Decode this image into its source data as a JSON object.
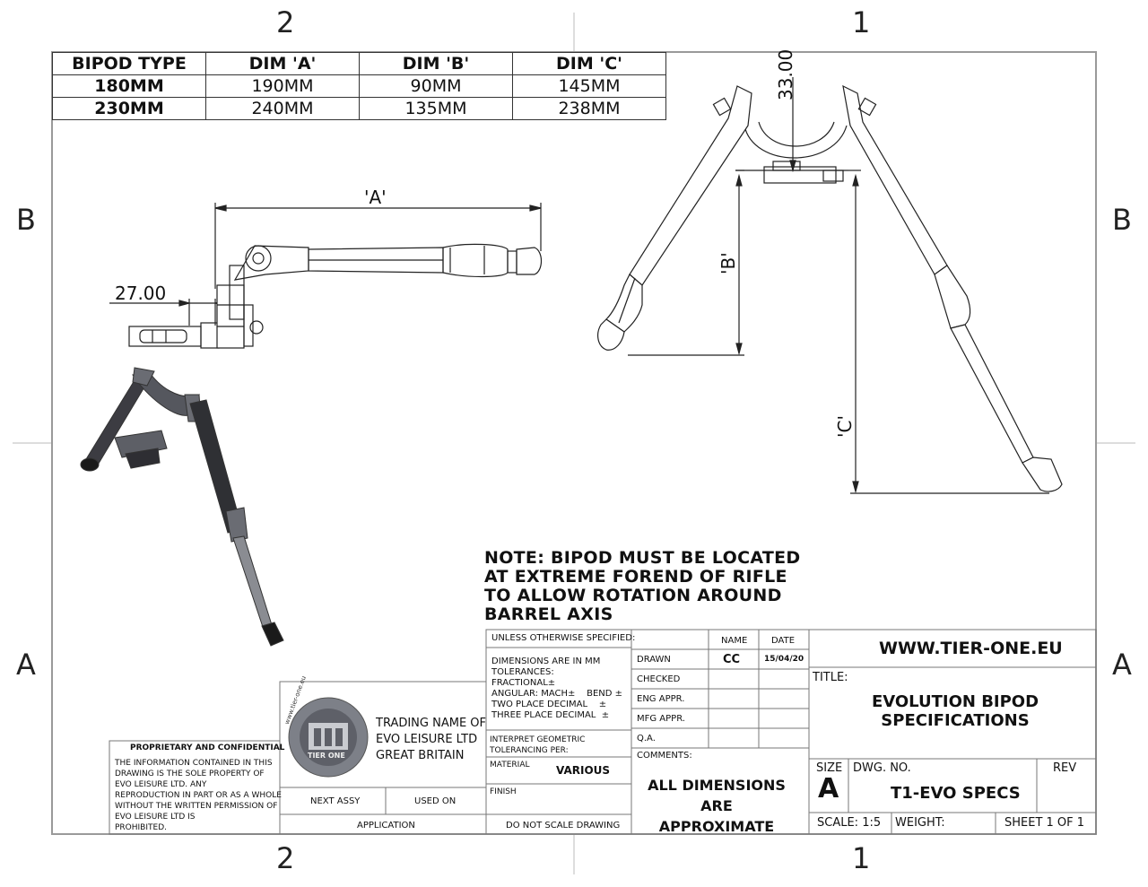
{
  "zones": {
    "top_left": "2",
    "top_right": "1",
    "left_upper": "B",
    "right_upper": "B",
    "left_lower": "A",
    "right_lower": "A",
    "bottom_left": "2",
    "bottom_right": "1"
  },
  "table": {
    "headers": [
      "BIPOD TYPE",
      "DIM 'A'",
      "DIM 'B'",
      "DIM 'C'"
    ],
    "rows": [
      [
        "180MM",
        "190MM",
        "90MM",
        "145MM"
      ],
      [
        "230MM",
        "240MM",
        "135MM",
        "238MM"
      ]
    ]
  },
  "dims": {
    "a_label": "'A'",
    "b_label": "'B'",
    "c_label": "'C'",
    "d27": "27.00",
    "d33": "33.00"
  },
  "note": [
    "NOTE: BIPOD MUST BE LOCATED",
    "AT EXTREME FOREND OF RIFLE",
    "TO ALLOW ROTATION AROUND",
    "BARREL AXIS"
  ],
  "proprietary": {
    "title": "PROPRIETARY AND CONFIDENTIAL",
    "body": [
      "THE INFORMATION CONTAINED IN THIS",
      "DRAWING IS THE SOLE PROPERTY OF",
      "EVO LEISURE LTD.  ANY",
      "REPRODUCTION IN PART OR AS A WHOLE",
      "WITHOUT THE WRITTEN PERMISSION OF",
      "EVO LEISURE LTD IS",
      "PROHIBITED."
    ]
  },
  "trading": [
    "TRADING NAME OF",
    "EVO LEISURE LTD",
    "GREAT BRITAIN"
  ],
  "logo": {
    "ring_text": "www.tier-one.eu",
    "mark": "TIER ONE"
  },
  "next_assy": "NEXT ASSY",
  "used_on": "USED ON",
  "application": "APPLICATION",
  "unless": "UNLESS OTHERWISE SPECIFIED:",
  "tolerances": [
    "DIMENSIONS ARE IN MM",
    "TOLERANCES:",
    "FRACTIONAL±",
    "ANGULAR: MACH±    BEND ±",
    "TWO PLACE DECIMAL    ±",
    "THREE PLACE DECIMAL  ±"
  ],
  "interpret": [
    "INTERPRET GEOMETRIC",
    "TOLERANCING PER:"
  ],
  "material_label": "MATERIAL",
  "material_value": "VARIOUS",
  "finish": "FINISH",
  "do_not_scale": "DO NOT SCALE DRAWING",
  "col_name": "NAME",
  "col_date": "DATE",
  "roles": [
    "DRAWN",
    "CHECKED",
    "ENG APPR.",
    "MFG APPR.",
    "Q.A."
  ],
  "drawn_name": "CC",
  "drawn_date": "15/04/20",
  "comments_label": "COMMENTS:",
  "comments": [
    "ALL DIMENSIONS",
    "ARE APPROXIMATE"
  ],
  "website": "WWW.TIER-ONE.EU",
  "title_label": "TITLE:",
  "title": [
    "EVOLUTION BIPOD",
    "SPECIFICATIONS"
  ],
  "size_label": "SIZE",
  "size_value": "A",
  "dwg_label": "DWG.  NO.",
  "dwg_value": "T1-EVO SPECS",
  "rev_label": "REV",
  "scale": "SCALE: 1:5",
  "weight": "WEIGHT:",
  "sheet": "SHEET 1 OF 1"
}
